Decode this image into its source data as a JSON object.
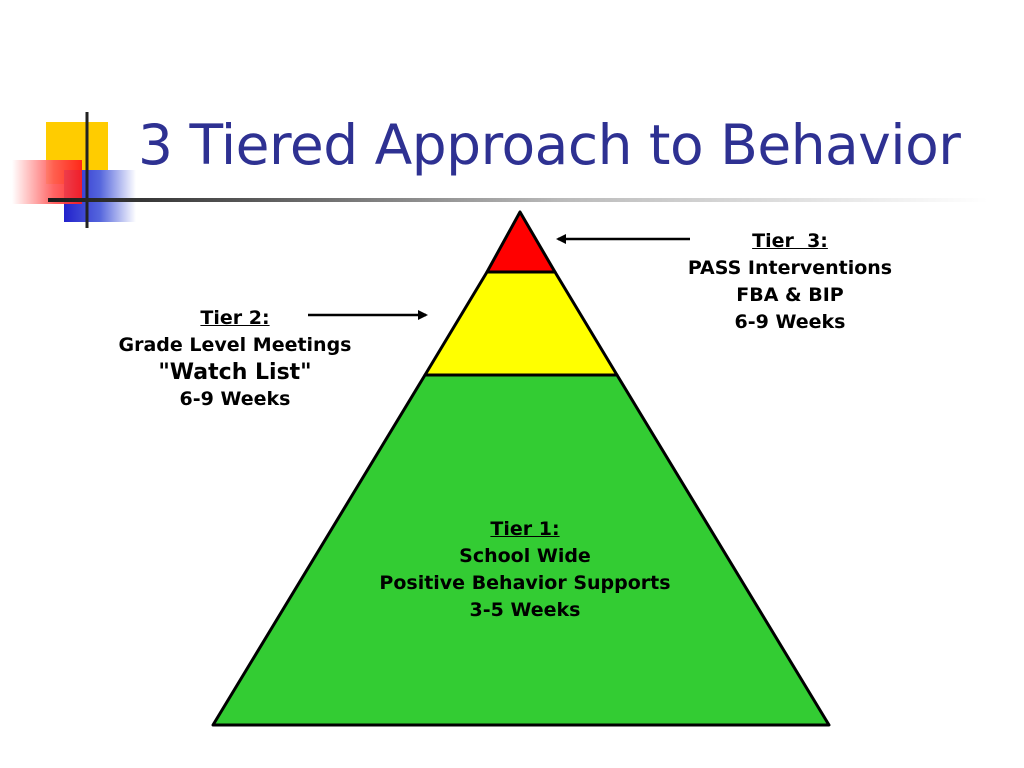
{
  "slide": {
    "title": "3 Tiered Approach to Behavior"
  },
  "colors": {
    "title": "#2e3192",
    "tier1_fill": "#33cc33",
    "tier2_fill": "#ffff00",
    "tier3_fill": "#ff0000",
    "deco_yellow": "#ffcc00",
    "deco_red": "#ff3333",
    "deco_blue": "#3333cc"
  },
  "pyramid": {
    "tier3": {
      "heading": "Tier  3:",
      "lines": [
        "PASS Interventions",
        "FBA & BIP",
        "6-9 Weeks"
      ]
    },
    "tier2": {
      "heading": "Tier 2:",
      "lines": [
        "Grade Level Meetings",
        "\"Watch List\"",
        "6-9 Weeks"
      ]
    },
    "tier1": {
      "heading": "Tier 1:",
      "lines": [
        "School Wide",
        "Positive Behavior Supports",
        "3-5 Weeks"
      ]
    }
  }
}
